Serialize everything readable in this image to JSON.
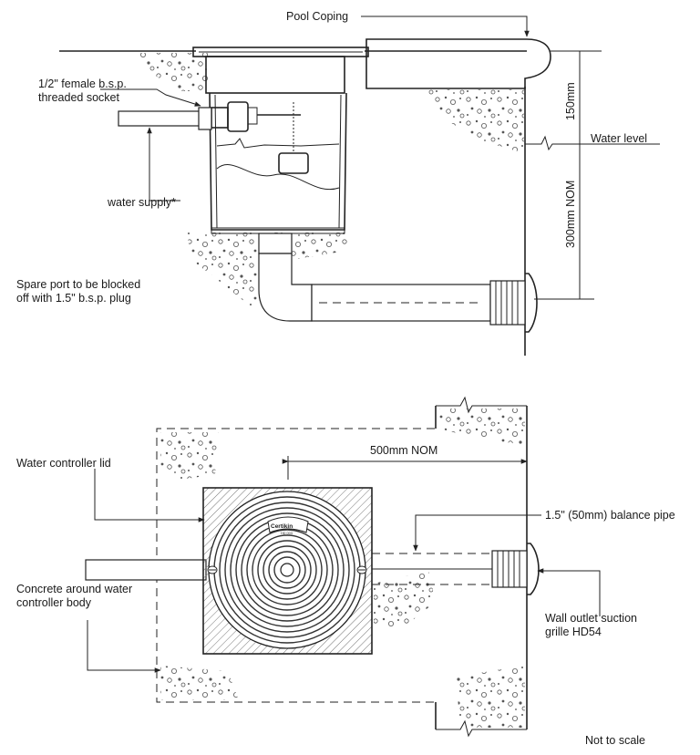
{
  "labels": {
    "pool_coping": "Pool Coping",
    "socket_line1": "1/2\" female b.s.p.",
    "socket_line2": "threaded socket",
    "dim_150": "150mm",
    "water_level": "Water level",
    "water_supply": "water supply*",
    "dim_300": "300mm NOM",
    "spare_port_line1": "Spare port to be blocked",
    "spare_port_line2": "off with 1.5\" b.s.p. plug",
    "dim_500": "500mm NOM",
    "controller_lid": "Water controller lid",
    "balance_pipe": "1.5\" (50mm) balance pipe",
    "concrete_line1": "Concrete around water",
    "concrete_line2": "controller body",
    "grille_line1": "Wall outlet suction",
    "grille_line2": "grille HD54",
    "not_to_scale": "Not to scale",
    "lid_brand": "Certikin",
    "lid_model": "HD 003"
  },
  "colors": {
    "ink": "#222222",
    "background": "#ffffff",
    "gravel": "#555555"
  }
}
